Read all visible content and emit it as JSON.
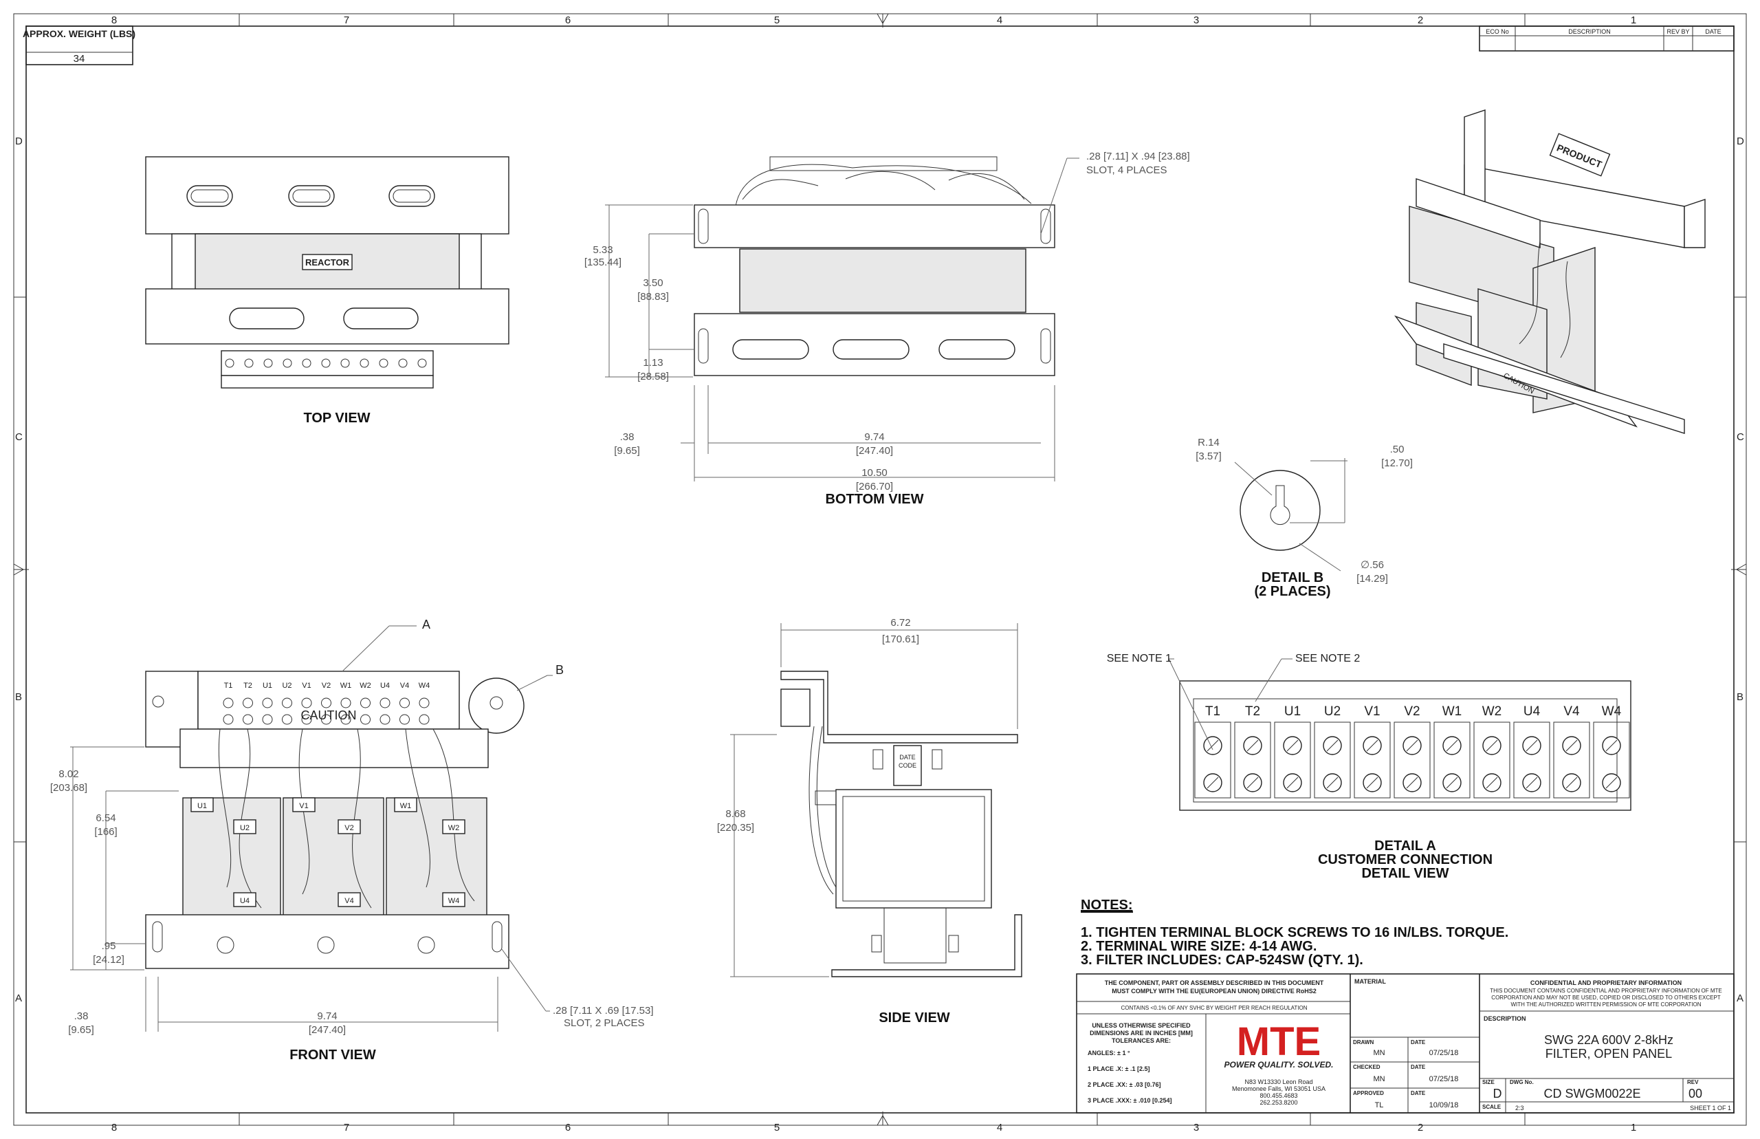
{
  "border": {
    "columns": [
      "8",
      "7",
      "6",
      "5",
      "4",
      "3",
      "2",
      "1"
    ],
    "rows": [
      "D",
      "C",
      "B",
      "A"
    ]
  },
  "weight_box": {
    "title": "APPROX. WEIGHT (LBS)",
    "value": "34"
  },
  "revision_table": {
    "headers": [
      "ECO No",
      "DESCRIPTION",
      "REV BY",
      "DATE"
    ]
  },
  "views": {
    "top": {
      "title": "TOP VIEW",
      "nameplate": "REACTOR"
    },
    "bottom": {
      "title": "BOTTOM VIEW"
    },
    "front": {
      "title": "FRONT VIEW",
      "caution": "CAUTION"
    },
    "side": {
      "title": "SIDE VIEW",
      "datecode": [
        "DATE",
        "CODE"
      ]
    },
    "detail_b": {
      "title": "DETAIL B",
      "subtitle": "(2 PLACES)"
    },
    "detail_a": {
      "title": "DETAIL A",
      "subtitle": "CUSTOMER CONNECTION",
      "subtitle2": "DETAIL VIEW"
    },
    "iso": {
      "product": "PRODUCT",
      "caution": "CAUTION"
    }
  },
  "dimensions": {
    "bottom_5_33": [
      "5.33",
      "[135.44]"
    ],
    "bottom_3_50": [
      "3.50",
      "[88.83]"
    ],
    "bottom_1_13": [
      "1.13",
      "[28.58]"
    ],
    "bottom_0_38": [
      ".38",
      "[9.65]"
    ],
    "bottom_9_74": [
      "9.74",
      "[247.40]"
    ],
    "bottom_10_50": [
      "10.50",
      "[266.70]"
    ],
    "slot_note_1": [
      ".28 [7.11] X .94 [23.88]",
      "SLOT, 4 PLACES"
    ],
    "detail_r": [
      "R.14",
      "[3.57]"
    ],
    "detail_050": [
      ".50",
      "[12.70]"
    ],
    "detail_dia": [
      "∅.56",
      "[14.29]"
    ],
    "side_6_72": [
      "6.72",
      "[170.61]"
    ],
    "side_8_68": [
      "8.68",
      "[220.35]"
    ],
    "front_8_02": [
      "8.02",
      "[203.68]"
    ],
    "front_6_54": [
      "6.54",
      "[166]"
    ],
    "front_0_95": [
      ".95",
      "[24.12]"
    ],
    "front_0_38": [
      ".38",
      "[9.65]"
    ],
    "front_9_74": [
      "9.74",
      "[247.40]"
    ],
    "slot_note_2": [
      ".28 [7.11 X .69 [17.53]",
      "SLOT, 2 PLACES"
    ]
  },
  "callouts": {
    "a": "A",
    "b": "B",
    "see_note_1": "SEE NOTE 1",
    "see_note_2": "SEE NOTE 2"
  },
  "terminals": [
    "T1",
    "T2",
    "U1",
    "U2",
    "V1",
    "V2",
    "W1",
    "W2",
    "U4",
    "V4",
    "W4"
  ],
  "coil_labels": {
    "top": [
      "U1",
      "V1",
      "W1"
    ],
    "mid": [
      "U2",
      "V2",
      "W2"
    ],
    "bottom": [
      "U4",
      "V4",
      "W4"
    ]
  },
  "notes": {
    "heading": "NOTES:",
    "items": [
      "1.  TIGHTEN TERMINAL BLOCK SCREWS TO 16 IN/LBS. TORQUE.",
      "2.  TERMINAL WIRE SIZE: 4-14 AWG.",
      "3.  FILTER INCLUDES: CAP-524SW (QTY. 1)."
    ]
  },
  "title_block": {
    "compliance": [
      "THE COMPONENT, PART OR ASSEMBLY DESCRIBED IN THIS DOCUMENT",
      "MUST COMPLY WITH THE EU(EUROPEAN UNION) DIRECTIVE RoHS2"
    ],
    "svhc": "CONTAINS <0.1% OF ANY SVHC BY WEIGHT PER REACH REGULATION",
    "tolerance_head": [
      "UNLESS OTHERWISE SPECIFIED",
      "DIMENSIONS ARE IN INCHES [MM]",
      "TOLERANCES ARE:"
    ],
    "tolerances": [
      "ANGLES: ± 1 °",
      "1 PLACE .X: ± .1 [2.5]",
      "2 PLACE .XX: ± .03 [0.76]",
      "3 PLACE .XXX: ± .010 [0.254]"
    ],
    "logo": "MTE",
    "tagline": "POWER QUALITY. SOLVED.",
    "address": [
      "N83 W13330 Leon Road",
      "Menomonee Falls, WI 53051 USA",
      "800.455.4683",
      "262.253.8200"
    ],
    "material_label": "MATERIAL",
    "drawn": {
      "label": "DRAWN",
      "by": "MN",
      "date_label": "DATE",
      "date": "07/25/18"
    },
    "checked": {
      "label": "CHECKED",
      "by": "MN",
      "date_label": "DATE",
      "date": "07/25/18"
    },
    "approved": {
      "label": "APPROVED",
      "by": "TL",
      "date_label": "DATE",
      "date": "10/09/18"
    },
    "confidential_head": "CONFIDENTIAL AND PROPRIETARY INFORMATION",
    "confidential": [
      "THIS DOCUMENT CONTAINS CONFIDENTIAL AND PROPRIETARY INFORMATION OF MTE",
      "CORPORATION AND MAY NOT BE USED, COPIED OR DISCLOSED TO OTHERS EXCEPT",
      "WITH THE AUTHORIZED WRITTEN PERMISSION OF MTE CORPORATION"
    ],
    "description_label": "DESCRIPTION",
    "description": [
      "SWG 22A 600V 2-8kHz",
      "FILTER, OPEN PANEL"
    ],
    "size_label": "SIZE",
    "size": "D",
    "dwg_label": "DWG No.",
    "dwg_no": "CD SWGM0022E",
    "rev_label": "REV",
    "rev": "00",
    "scale_label": "SCALE",
    "scale": "2:3",
    "sheet": "SHEET 1  OF 1"
  }
}
